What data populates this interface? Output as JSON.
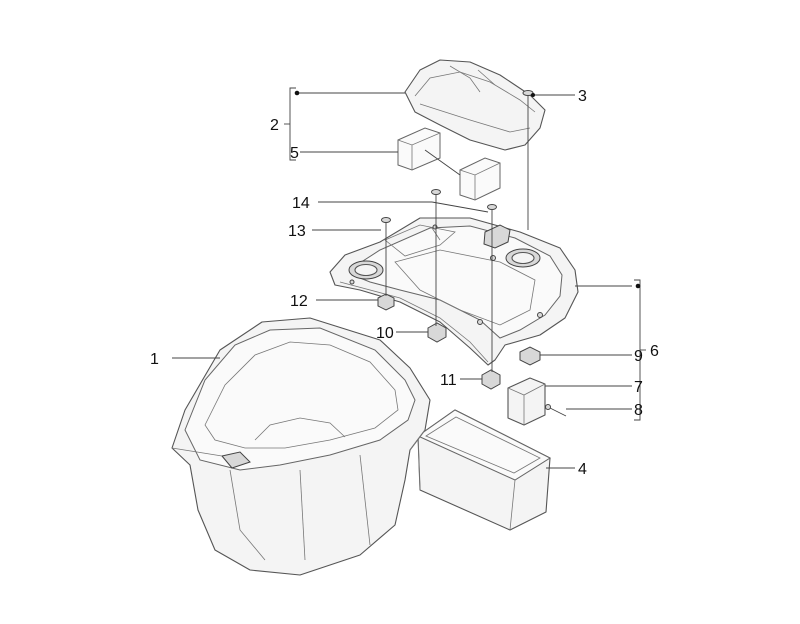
{
  "callouts": {
    "c1": "1",
    "c2": "2",
    "c3": "3",
    "c4": "4",
    "c5": "5",
    "c6": "6",
    "c7": "7",
    "c8": "8",
    "c9": "9",
    "c10": "10",
    "c11": "11",
    "c12": "12",
    "c13": "13",
    "c14": "14"
  },
  "colors": {
    "line": "#555555",
    "fill": "#f4f4f4",
    "text": "#111111"
  }
}
